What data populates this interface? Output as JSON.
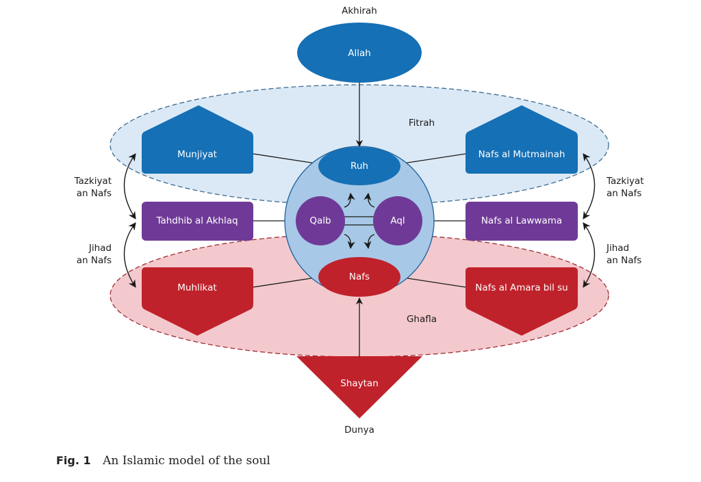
{
  "colors": {
    "blue": "#1570b5",
    "purple": "#6f3a97",
    "red": "#c0222b",
    "fitrah_fill": "#dbe9f6",
    "ghafla_fill": "#f3c9cd",
    "core_fill": "#a7c8e6",
    "core_stroke": "#1a5f9c"
  },
  "labels": {
    "akhirah": "Akhirah",
    "allah": "Allah",
    "fitrah": "Fitrah",
    "munjiyat": "Munjiyat",
    "ruh": "Ruh",
    "nafs_mutmainah": "Nafs al Mutmainah",
    "tahdhib": "Tahdhib al Akhlaq",
    "qalb": "Qalb",
    "aql": "Aql",
    "nafs_lawwama": "Nafs al Lawwama",
    "muhlikat": "Muhlikat",
    "nafs": "Nafs",
    "nafs_amara": "Nafs al Amara bil su",
    "ghafla": "Ghafla",
    "shaytan": "Shaytan",
    "dunya": "Dunya",
    "tazkiyat_l1": "Tazkiyat",
    "tazkiyat_l2": "an Nafs",
    "jihad_l1": "Jihad",
    "jihad_l2": "an Nafs"
  },
  "caption": {
    "number": "Fig. 1",
    "text": "An Islamic model of the soul"
  }
}
